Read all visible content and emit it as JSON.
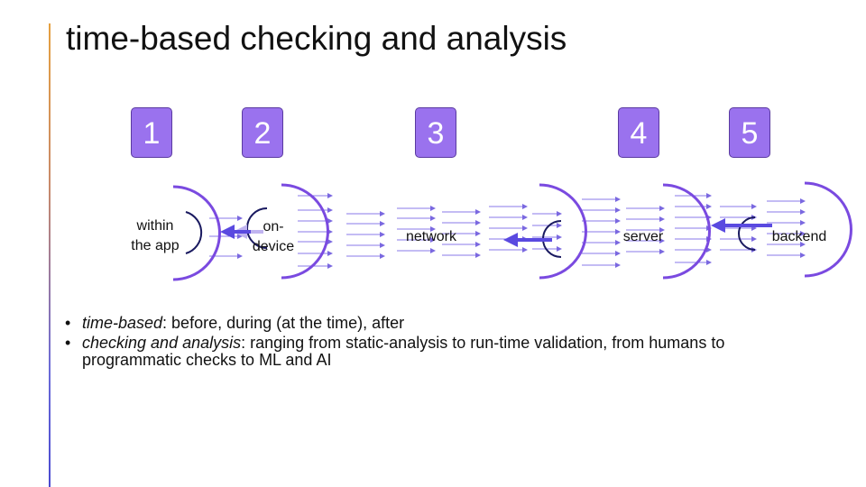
{
  "slide": {
    "title": "time-based checking and analysis"
  },
  "colors": {
    "accent_top": "#e5a040",
    "accent_bottom": "#4a4ad0",
    "badge_fill": "#9a72ee",
    "arc_purple": "#7a4ae0",
    "arrow_blue": "#5a4ae0",
    "thin_arrow": "#8a78e8"
  },
  "badges": [
    {
      "number": "1"
    },
    {
      "number": "2"
    },
    {
      "number": "3"
    },
    {
      "number": "4"
    },
    {
      "number": "5"
    }
  ],
  "stages": [
    {
      "label": "within\nthe app"
    },
    {
      "label": "on-\ndevice"
    },
    {
      "label": "network"
    },
    {
      "label": "server"
    },
    {
      "label": "backend"
    }
  ],
  "bullets": [
    {
      "term": "time-based",
      "text": ": before, during (at the time), after"
    },
    {
      "term": "checking and analysis",
      "text": ": ranging from static-analysis to run-time validation, from humans to programmatic checks to ML and AI"
    }
  ]
}
